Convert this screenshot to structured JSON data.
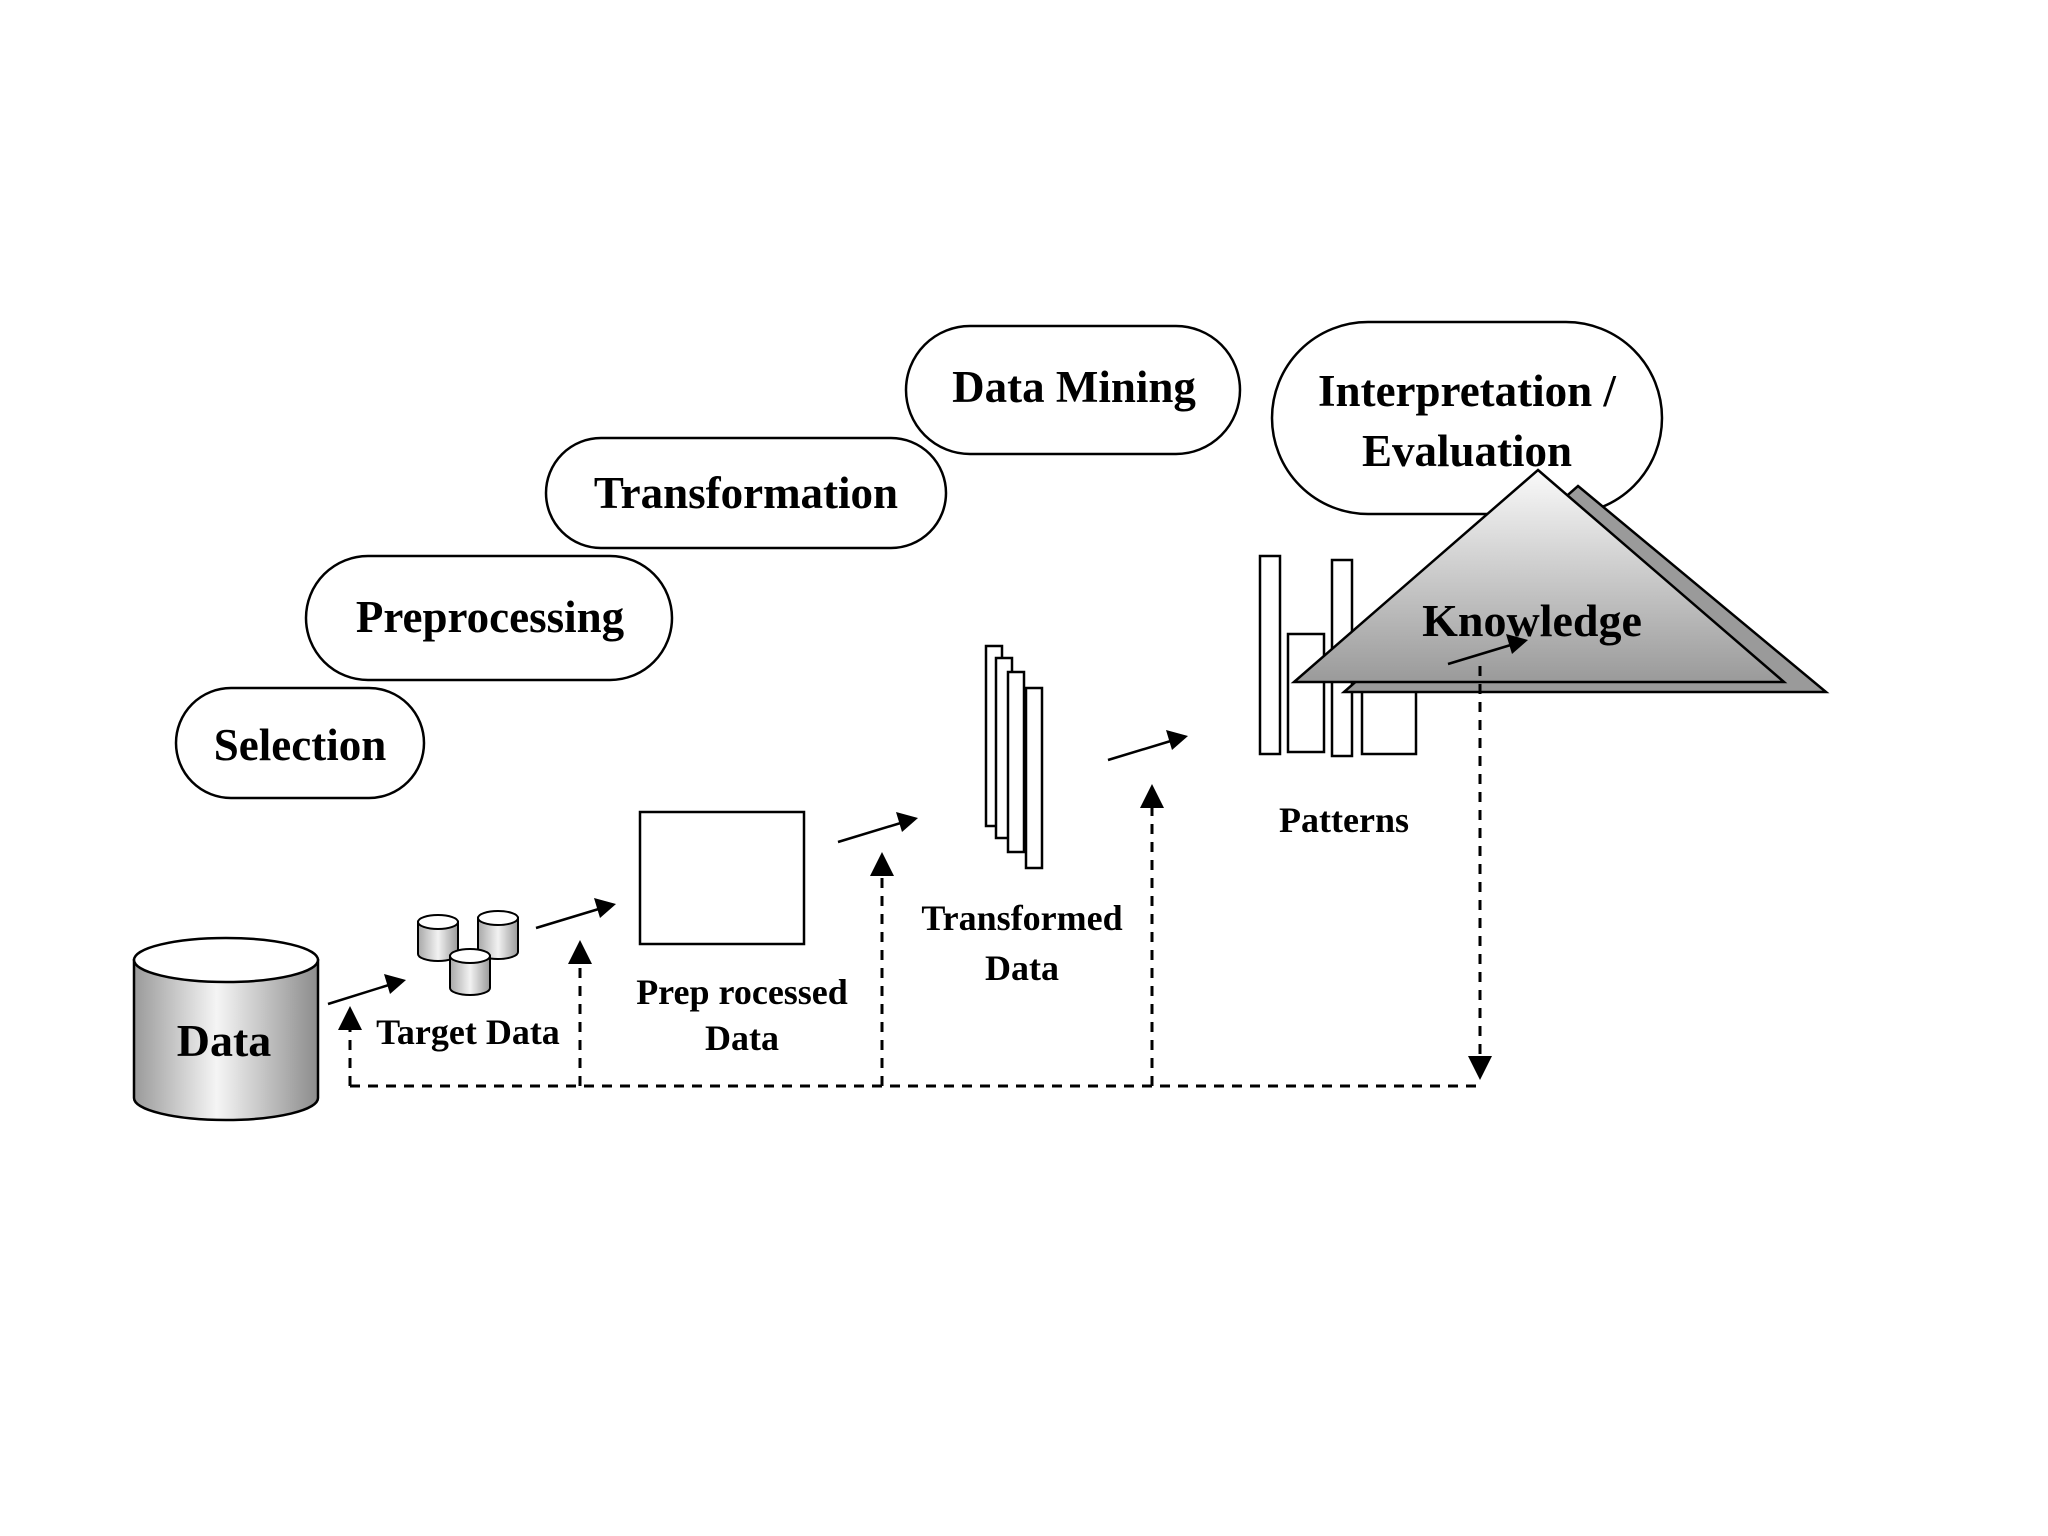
{
  "stages": [
    {
      "id": "selection",
      "label": "Selection"
    },
    {
      "id": "preprocessing",
      "label": "Preprocessing"
    },
    {
      "id": "transformation",
      "label": "Transformation"
    },
    {
      "id": "data_mining",
      "label": "Data Mining"
    },
    {
      "id": "interpretation",
      "line1": "Interpretation /",
      "line2": "Evaluation"
    }
  ],
  "artifacts": {
    "data": "Data",
    "target_data": "Target Data",
    "preprocessed_line1": "Prep rocessed",
    "preprocessed_line2": "Data",
    "transformed_line1": "Transformed",
    "transformed_line2": "Data",
    "patterns": "Patterns",
    "knowledge": "Knowledge"
  },
  "colors": {
    "stroke": "#000000",
    "background": "#ffffff",
    "gradient_light": "#fafafa",
    "gradient_dark": "#9a9a9a"
  }
}
